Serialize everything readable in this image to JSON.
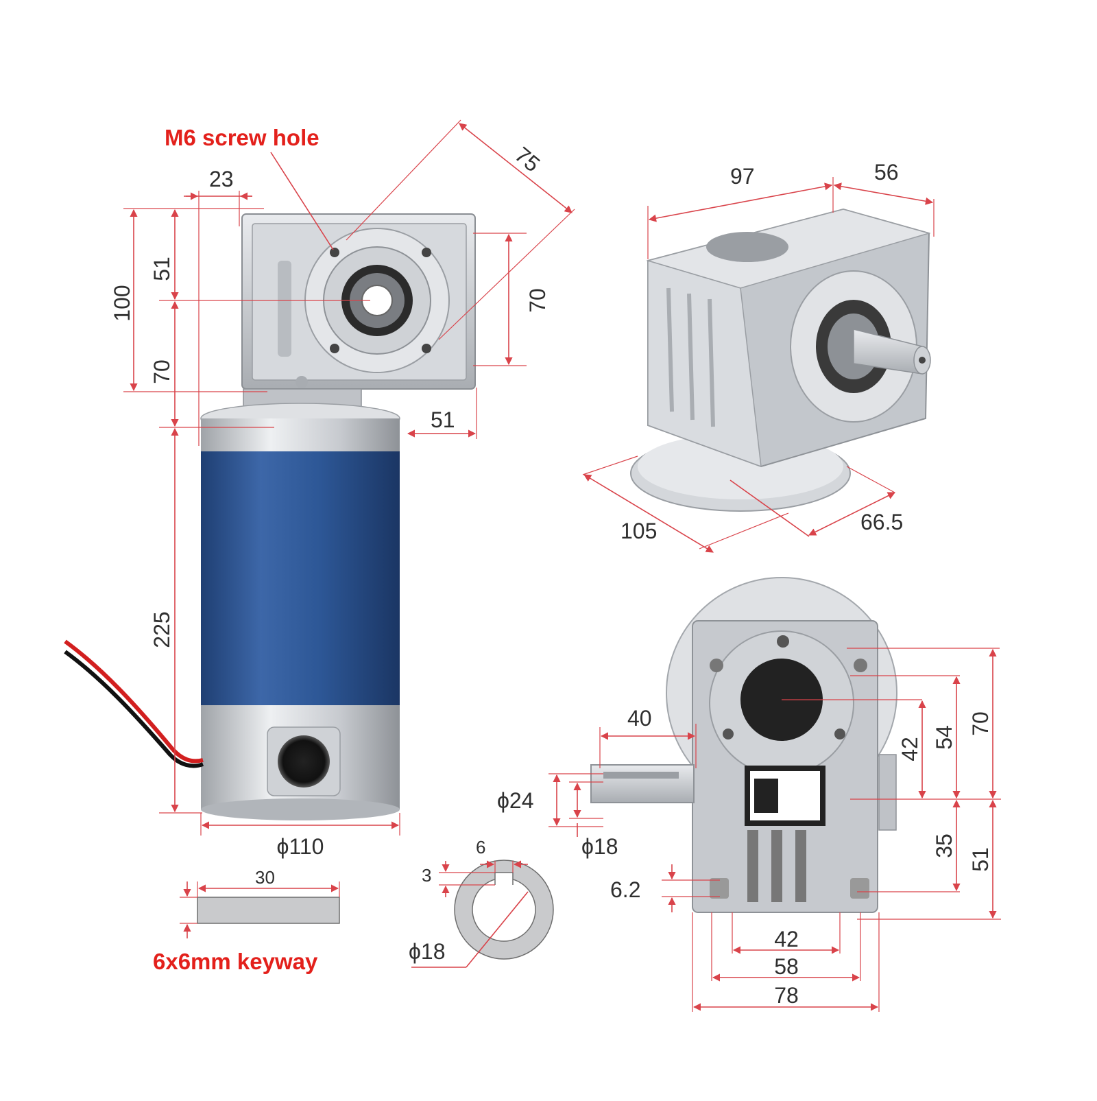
{
  "labels": {
    "m6_screw_hole": "M6 screw hole",
    "keyway": "6x6mm keyway"
  },
  "dimensions": {
    "left_view": {
      "d23": "23",
      "d75": "75",
      "d51_top": "51",
      "d100": "100",
      "d70_left": "70",
      "d70_right": "70",
      "d51_right": "51",
      "d225": "225",
      "d_phi110": "ϕ110"
    },
    "perspective_view": {
      "d97": "97",
      "d56": "56",
      "d105": "105",
      "d66_5": "66.5"
    },
    "side_view": {
      "d40": "40",
      "d_phi24": "ϕ24",
      "d_phi18": "ϕ18",
      "d6_2": "6.2",
      "d42_v": "42",
      "d54": "54",
      "d70": "70",
      "d35": "35",
      "d51": "51",
      "d42_h": "42",
      "d58": "58",
      "d78": "78"
    },
    "keyway_detail": {
      "d30": "30",
      "d6": "6",
      "d3": "3",
      "d_phi18": "ϕ18"
    }
  },
  "colors": {
    "dimension_line": "#d9434a",
    "label_red": "#e3201b",
    "motor_blue": "#2d5796",
    "aluminum": "#c9ccd0"
  }
}
